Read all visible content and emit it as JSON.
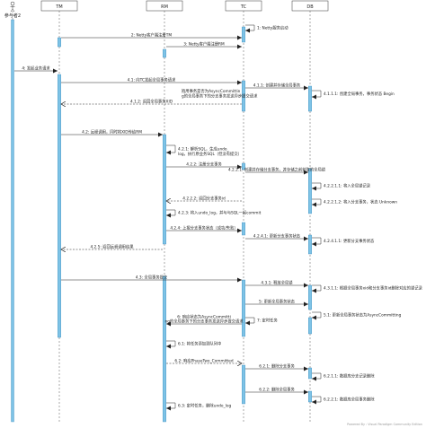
{
  "participants": [
    {
      "id": "actor",
      "label": "参与者2",
      "kind": "actor"
    },
    {
      "id": "tm",
      "label": "TM",
      "kind": "box"
    },
    {
      "id": "rm",
      "label": "RM",
      "kind": "box"
    },
    {
      "id": "tc",
      "label": "TC",
      "kind": "box"
    },
    {
      "id": "db",
      "label": "DB",
      "kind": "box"
    }
  ],
  "messages": [
    {
      "id": "m1",
      "from": "tc",
      "to": "tc",
      "label": "1: Netty服务启动",
      "self": true
    },
    {
      "id": "m2",
      "from": "tm",
      "to": "tc",
      "label": "2: Netty客户端注册TM"
    },
    {
      "id": "m3",
      "from": "rm",
      "to": "tc",
      "label": "3: Netty客户端注册RM"
    },
    {
      "id": "m4",
      "from": "actor",
      "to": "tm",
      "label": "4: 发起业务请求"
    },
    {
      "id": "m41",
      "from": "tm",
      "to": "tc",
      "label": "4.1: 向TC发起全局事务请求"
    },
    {
      "id": "m411",
      "from": "tc",
      "to": "db",
      "label": "4.1.1: 创建并存储全局事务"
    },
    {
      "id": "m4111",
      "from": "db",
      "to": "db",
      "label": "4.1.1.1: 创建全局事务，事务状态 Begin",
      "self": true
    },
    {
      "id": "m412",
      "from": "tc",
      "to": "tm",
      "label": "4.1.2: 返回全局事务XID",
      "dashed": true
    },
    {
      "id": "m42",
      "from": "tm",
      "to": "rm",
      "label": "4.2: 远程调用，同时将XID传给RM"
    },
    {
      "id": "m421",
      "from": "rm",
      "to": "rm",
      "label": "4.2.1: 解析SQL，生成undo_log，执行原业务SQL（但没有提交）",
      "self": true
    },
    {
      "id": "m422",
      "from": "rm",
      "to": "tc",
      "label": "4.2.2: 注册分支事务"
    },
    {
      "id": "m4221",
      "from": "tc",
      "to": "db",
      "label": "4.2.2.1: 创建并存储分支事务，并存储之前获取的全局锁"
    },
    {
      "id": "m42211",
      "from": "db",
      "to": "db",
      "label": "4.2.2.1.1: 将入全局锁记录",
      "self": true
    },
    {
      "id": "m42212",
      "from": "db",
      "to": "db",
      "label": "4.2.2.1.2: 将入分支事务，状态 Unknown",
      "self": true
    },
    {
      "id": "m4222",
      "from": "tc",
      "to": "rm",
      "label": "4.2.2.2: 返回分支事务id",
      "dashed": true
    },
    {
      "id": "m423",
      "from": "rm",
      "to": "rm",
      "label": "4.2.3: 将入undo_log，并与与SQL一起commit",
      "self": true
    },
    {
      "id": "m424",
      "from": "rm",
      "to": "tc",
      "label": "4.2.4: 上报分支事务状态（成功/失败）"
    },
    {
      "id": "m4241",
      "from": "tc",
      "to": "db",
      "label": "4.2.4.1: 更新分支事务状态"
    },
    {
      "id": "m42411",
      "from": "db",
      "to": "db",
      "label": "4.2.4.1.1: 更新分支事务状态",
      "self": true
    },
    {
      "id": "m425",
      "from": "rm",
      "to": "tm",
      "label": "4.2.5: 返回远程调用结果",
      "dashed": true
    },
    {
      "id": "m43",
      "from": "tm",
      "to": "tc",
      "label": "4.3: 全局事务提交"
    },
    {
      "id": "m431",
      "from": "tc",
      "to": "db",
      "label": "4.3.1: 释放全局锁"
    },
    {
      "id": "m4311",
      "from": "db",
      "to": "db",
      "label": "4.3.1.1: 根据全局事务xid和分支事务id删除对应的锁记录",
      "self": true
    },
    {
      "id": "m5",
      "from": "tc",
      "to": "db",
      "label": "5: 更新全局事务状态"
    },
    {
      "id": "m51",
      "from": "db",
      "to": "db",
      "label": "5.1: 更新全局事务状态为AsyncCommitting",
      "self": true
    },
    {
      "id": "m6",
      "from": "tc",
      "to": "rm",
      "label": "6: 响应状态为AsyncCommitting的全局事务下的分支事务发送异步提交请求"
    },
    {
      "id": "m7",
      "from": "tc",
      "to": "tc",
      "label": "7: 定时任务",
      "self": true
    },
    {
      "id": "m61",
      "from": "rm",
      "to": "rm",
      "label": "6.1: 将任务添加到队列中",
      "self": true
    },
    {
      "id": "m62",
      "from": "rm",
      "to": "tc",
      "label": "6.2: 响应PhaseTwo_Committed",
      "dashed": true
    },
    {
      "id": "m621",
      "from": "tc",
      "to": "db",
      "label": "6.2.1: 删除分支事务"
    },
    {
      "id": "m6211",
      "from": "db",
      "to": "db",
      "label": "6.2.1.1: 数据库分支记录删除",
      "self": true
    },
    {
      "id": "m622",
      "from": "tc",
      "to": "db",
      "label": "6.2.2: 删除全局事务"
    },
    {
      "id": "m6221",
      "from": "db",
      "to": "db",
      "label": "6.2.2.1: 数据库全局事务删除",
      "self": true
    },
    {
      "id": "m63",
      "from": "rm",
      "to": "rm",
      "label": "6.3: 定时任务，删除undo_log",
      "self": true
    }
  ],
  "notes": [
    {
      "id": "note1",
      "label": "抱用事务是否为AsyncCommitting的全局事务下的分支事务发送异步提交请求"
    }
  ],
  "watermark": "Powered By : Visual Paradigm Community Edition",
  "colors": {
    "activation": "#7ec3e6",
    "activation_border": "#3f8fbf",
    "header_fill": "#ffffff",
    "header_border": "#333333",
    "lifeline": "#555555",
    "arrow": "#222222"
  }
}
